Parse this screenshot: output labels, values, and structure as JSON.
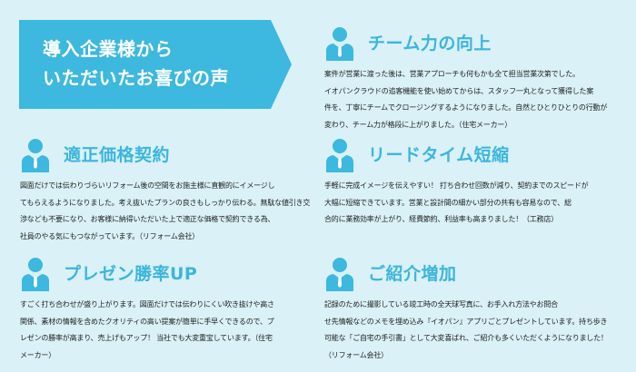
{
  "banner": {
    "line1": "導入企業様から",
    "line2": "いただいたお喜びの声"
  },
  "accent_color": "#3db8de",
  "sections": [
    {
      "icon": "person-icon",
      "title": "チーム力の向上",
      "lines": [
        "案件が営業に渡った後は、営業アプローチも何もかも全て担当営業次第でした。",
        "イオパンクラウドの追客機能を使い始めてからは、スタッフ一丸となって獲得した案",
        "件を、丁寧にチームでクロージングするようになりました。自然とひとりひとりの行動が",
        "変わり、チーム力が格段に上がりました。（住宅メーカー）"
      ]
    },
    {
      "icon": "person-icon",
      "title": "適正価格契約",
      "lines": [
        "図面だけでは伝わりづらいリフォーム後の空間をお施主様に直観的にイメージし",
        "てもらえるようになりました。考え抜いたプランの良さもしっかり伝わる。無駄な値引き交",
        "渉なども不要になり、お客様に納得いただいた上で適正な価格で契約できる為、",
        "社員のやる気にもつながっています。（リフォーム会社）"
      ]
    },
    {
      "icon": "person-icon",
      "title": "リードタイム短縮",
      "lines": [
        "手軽に完成イメージを伝えやすい！ 打ち合わせ回数が減り、契約までのスピードが",
        "大幅に短縮できています。営業と設計間の細かい部分の共有も容易なので、総",
        "合的に業務効率が上がり、経費節約、利益率も高まりました！（工務店）"
      ]
    },
    {
      "icon": "person-icon",
      "title": "プレゼン勝率UP",
      "lines": [
        "すごく打ち合わせが盛り上がります。図面だけでは伝わりにくい吹き抜けや高さ",
        "関係、素材の情報を含めたクオリティの高い提案が簡単に手早くできるので、プ",
        "レゼンの勝率が高まり、売上げもアップ！ 当社でも大変重宝しています。（住宅",
        "メーカー）"
      ]
    },
    {
      "icon": "person-icon",
      "title": "ご紹介増加",
      "lines": [
        "記録のために撮影している竣工時の全天球写真に、お手入れ方法やお問合",
        "せ先情報などのメモを埋め込み『イオパン』アプリごとプレゼントしています。持ち歩き",
        "可能な「ご自宅の手引書」として大変喜ばれ、ご紹介も多くいただくようになりました！",
        "（リフォーム会社）"
      ]
    }
  ]
}
